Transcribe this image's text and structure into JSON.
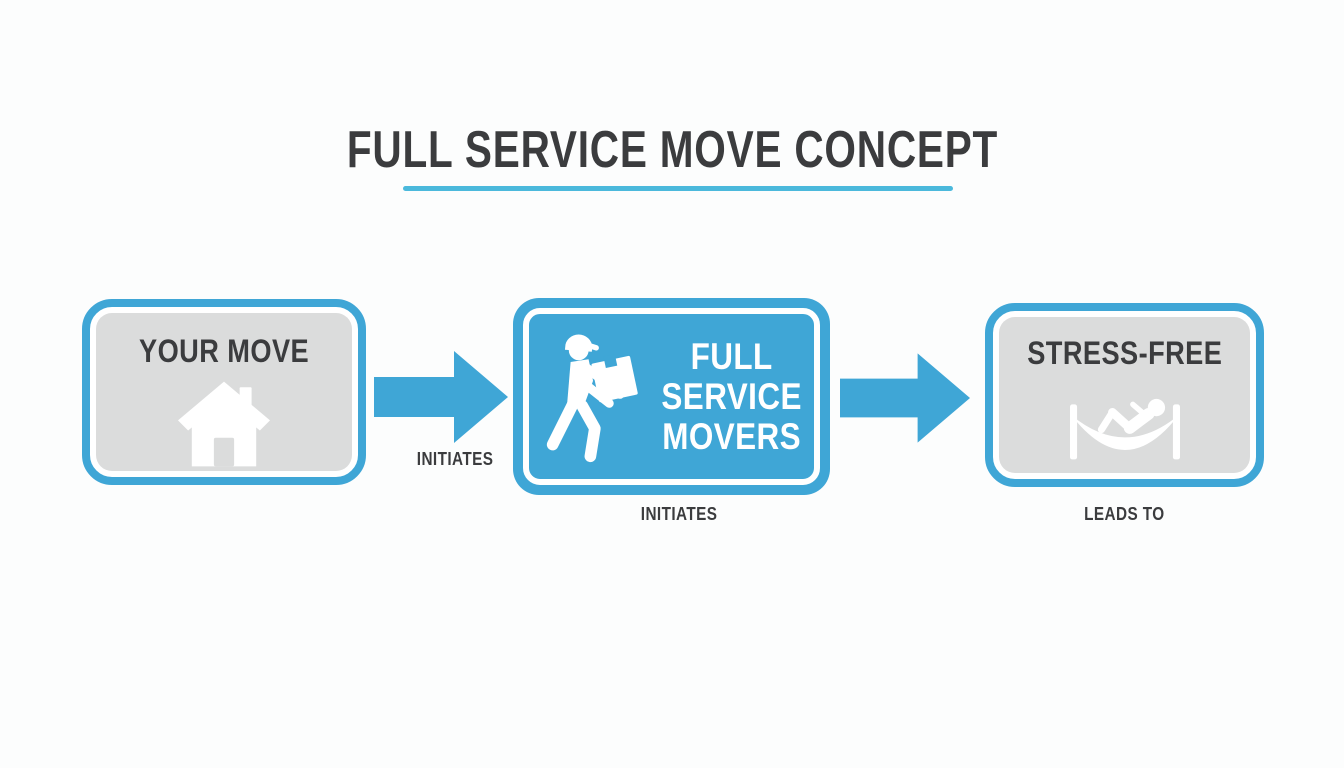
{
  "title": {
    "text": "FULL SERVICE MOVE CONCEPT"
  },
  "flow": {
    "boxes": [
      {
        "label": "YOUR MOVE",
        "icon": "house-icon"
      },
      {
        "lines": [
          "FULL",
          "SERVICE",
          "MOVERS"
        ],
        "icon": "mover-carrying-box-icon"
      },
      {
        "label": "STRESS-FREE",
        "icon": "hammock-icon"
      }
    ],
    "arrow1_label": "INITIATES",
    "step2_label": "INITIATES",
    "step3_label": "LEADS TO"
  },
  "colors": {
    "blue": "#3FA6D6",
    "underline-blue": "#4BB9DC",
    "box-gray": "#DBDCDC",
    "text-dark": "#3B3C3E",
    "bg": "#FCFDFD"
  }
}
